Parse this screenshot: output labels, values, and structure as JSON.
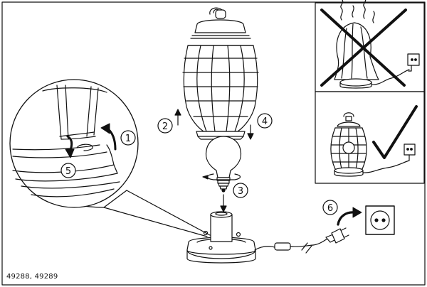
{
  "steps": {
    "s1": "1",
    "s2": "2",
    "s3": "3",
    "s4": "4",
    "s5": "5",
    "s6": "6"
  },
  "footer": {
    "model_codes": "49288, 49289"
  },
  "colors": {
    "line": "#111111",
    "background": "#ffffff"
  }
}
